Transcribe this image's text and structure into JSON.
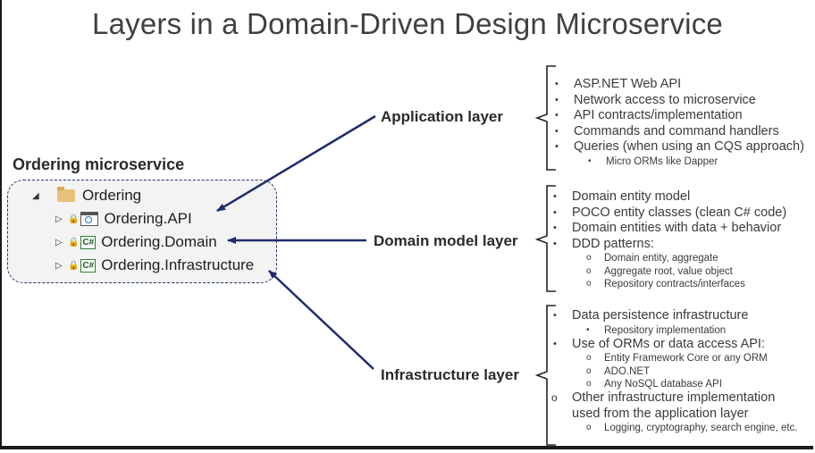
{
  "title": "Layers in a Domain-Driven Design Microservice",
  "microservice_label": "Ordering microservice",
  "tree": {
    "root": "Ordering",
    "projects": [
      {
        "name": "Ordering.API",
        "icon": "web-project-icon"
      },
      {
        "name": "Ordering.Domain",
        "icon": "csharp-project-icon",
        "badge": "C#"
      },
      {
        "name": "Ordering.Infrastructure",
        "icon": "csharp-project-icon",
        "badge": "C#"
      }
    ]
  },
  "layers": {
    "application": {
      "label": "Application layer",
      "items": [
        {
          "text": "ASP.NET Web API"
        },
        {
          "text": "Network access to microservice"
        },
        {
          "text": "API contracts/implementation"
        },
        {
          "text": "Commands and command handlers"
        },
        {
          "text": "Queries (when using an CQS approach)"
        },
        {
          "text": "Micro ORMs like Dapper"
        }
      ]
    },
    "domain": {
      "label": "Domain model layer",
      "items": [
        {
          "text": "Domain entity model"
        },
        {
          "text": "POCO entity classes (clean C# code)"
        },
        {
          "text": "Domain entities with data + behavior"
        },
        {
          "text": "DDD patterns:"
        },
        {
          "text": "Domain entity, aggregate"
        },
        {
          "text": "Aggregate root, value object"
        },
        {
          "text": "Repository contracts/interfaces"
        }
      ]
    },
    "infrastructure": {
      "label": "Infrastructure layer",
      "items": [
        {
          "text": "Data persistence infrastructure"
        },
        {
          "text": "Repository implementation"
        },
        {
          "text": "Use of ORMs or data access API:"
        },
        {
          "text": "Entity Framework Core or any ORM"
        },
        {
          "text": "ADO.NET"
        },
        {
          "text": "Any NoSQL database API"
        },
        {
          "text": "Other infrastructure implementation"
        },
        {
          "text": "used from the application layer"
        },
        {
          "text": "Logging, cryptography, search engine, etc."
        }
      ]
    }
  },
  "colors": {
    "arrow": "#1f2b6b",
    "dashed_border": "#1f3864",
    "tree_background": "#f3f3f3"
  }
}
